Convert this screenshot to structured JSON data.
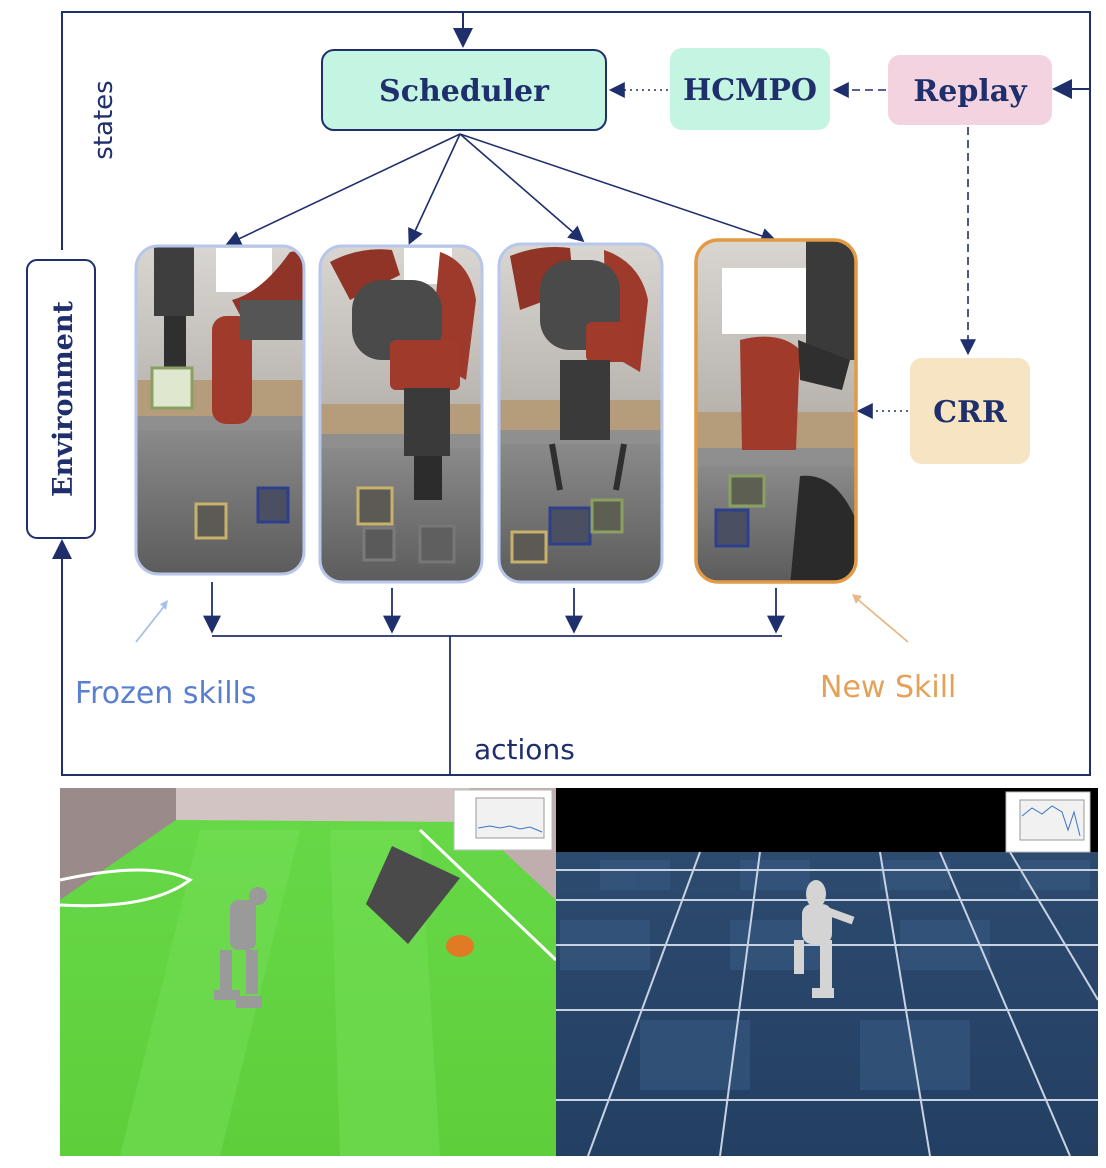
{
  "diagram": {
    "nodes": {
      "scheduler": "Scheduler",
      "hcmpo": "HCMPO",
      "replay": "Replay",
      "crr": "CRR",
      "environment": "Environment"
    },
    "labels": {
      "states": "states",
      "actions": "actions",
      "frozen_skills": "Frozen skills",
      "new_skill": "New Skill"
    },
    "colors": {
      "line": "#1f2f6b",
      "scheduler_fill": "#c4f5e2",
      "hcmpo_fill": "#c4f5e2",
      "replay_fill": "#f3d3df",
      "crr_fill": "#f7e4c2",
      "frozen_border": "#b7c6ea",
      "new_border": "#e39a45",
      "frozen_text": "#5a7fd0",
      "new_text": "#e3a257"
    }
  },
  "panels": {
    "skills": [
      {
        "name": "frozen-skill-1",
        "type": "frozen"
      },
      {
        "name": "frozen-skill-2",
        "type": "frozen"
      },
      {
        "name": "frozen-skill-3",
        "type": "frozen"
      },
      {
        "name": "new-skill",
        "type": "new"
      }
    ],
    "bottom_left": "soccer-scene",
    "bottom_right": "walker-scene"
  }
}
